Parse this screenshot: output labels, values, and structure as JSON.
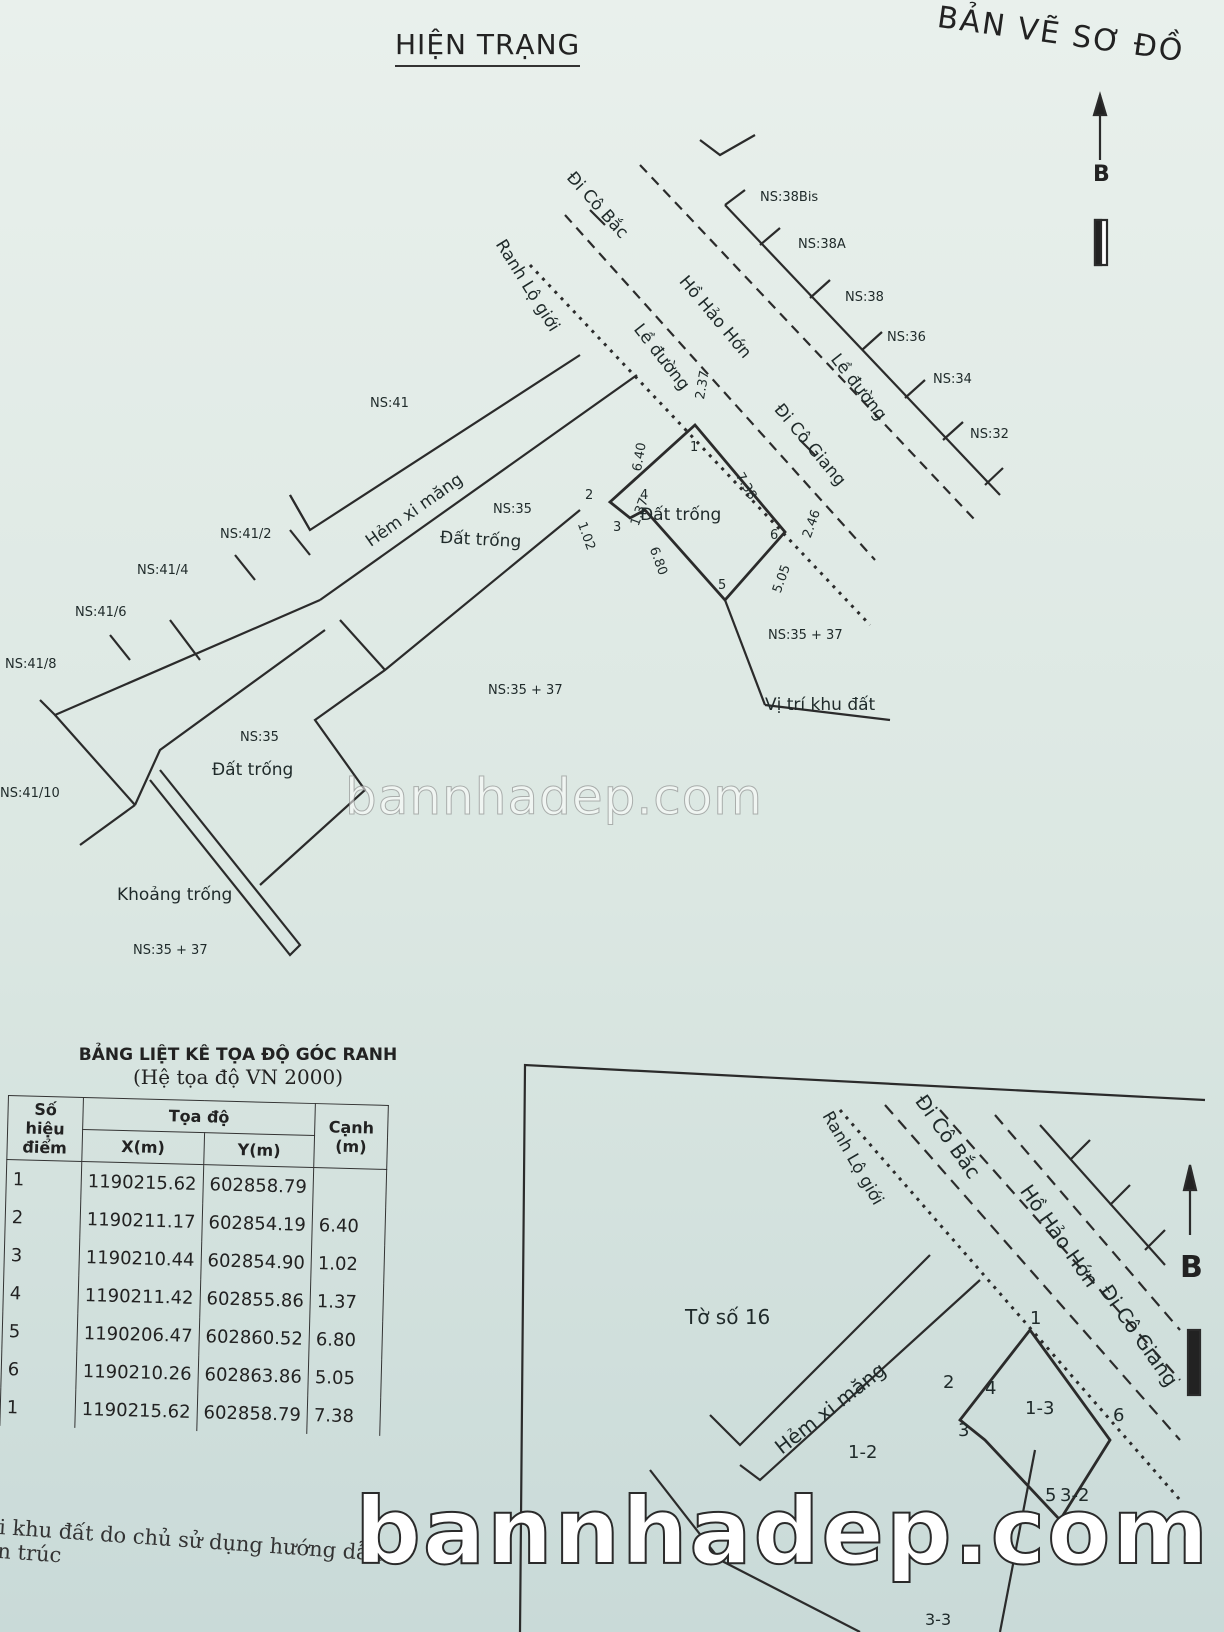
{
  "header": {
    "title": "HIỆN TRẠNG",
    "corner_title": "BẢN VẼ SƠ ĐỒ"
  },
  "north_label": "B",
  "labels": {
    "di_co_bac": "Đi Cô Bắc",
    "ranh_lo_gioi": "Ranh Lộ giới",
    "ho_hao_hon": "Hồ Hảo Hớn",
    "le_duong": "Lề đường",
    "di_co_giang": "Đi Cô Giang",
    "hem_xi_mang": "Hẻm xi măng",
    "dat_trong": "Đất trống",
    "khoang_trong": "Khoảng trống",
    "vi_tri_khu_dat": "Vị trí khu đất"
  },
  "house_numbers": {
    "ns38bis": "NS:38Bis",
    "ns38a": "NS:38A",
    "ns38": "NS:38",
    "ns36": "NS:36",
    "ns34": "NS:34",
    "ns32": "NS:32",
    "ns41": "NS:41",
    "ns35": "NS:35",
    "ns41_2": "NS:41/2",
    "ns41_4": "NS:41/4",
    "ns41_6": "NS:41/6",
    "ns41_8": "NS:41/8",
    "ns41_10": "NS:41/10",
    "ns35_37": "NS:35 + 37"
  },
  "dimensions": {
    "d1": "2.37",
    "d2": "6.40",
    "d3": "7.38",
    "d4": "1.02",
    "d5": "1.37",
    "d6": "6.80",
    "d7": "2.46",
    "d8": "5.05"
  },
  "points": [
    "1",
    "2",
    "3",
    "4",
    "5",
    "6"
  ],
  "table": {
    "title": "BẢNG LIỆT KÊ TỌA ĐỘ GÓC RANH",
    "subtitle": "(Hệ tọa độ VN 2000)",
    "headers": {
      "point": "Số hiệu điểm",
      "coords": "Tọa độ",
      "x": "X(m)",
      "y": "Y(m)",
      "edge": "Cạnh (m)"
    },
    "rows": [
      {
        "p": "1",
        "x": "1190215.62",
        "y": "602858.79",
        "c": ""
      },
      {
        "p": "2",
        "x": "1190211.17",
        "y": "602854.19",
        "c": "6.40"
      },
      {
        "p": "3",
        "x": "1190210.44",
        "y": "602854.90",
        "c": "1.02"
      },
      {
        "p": "4",
        "x": "1190211.42",
        "y": "602855.86",
        "c": "1.37"
      },
      {
        "p": "5",
        "x": "1190206.47",
        "y": "602860.52",
        "c": "6.80"
      },
      {
        "p": "6",
        "x": "1190210.26",
        "y": "602863.86",
        "c": "5.05"
      },
      {
        "p": "1",
        "x": "1190215.62",
        "y": "602858.79",
        "c": "7.38"
      }
    ]
  },
  "inset": {
    "to_so": "Tờ số 16",
    "parcels": {
      "p12": "1-2",
      "p13": "1-3",
      "p32": "3-2",
      "p33": "3-3"
    }
  },
  "footnote": "i khu đất do chủ sử dụng hướng dẫn",
  "footnote2": "n trúc",
  "watermark": "bannhadep.com"
}
